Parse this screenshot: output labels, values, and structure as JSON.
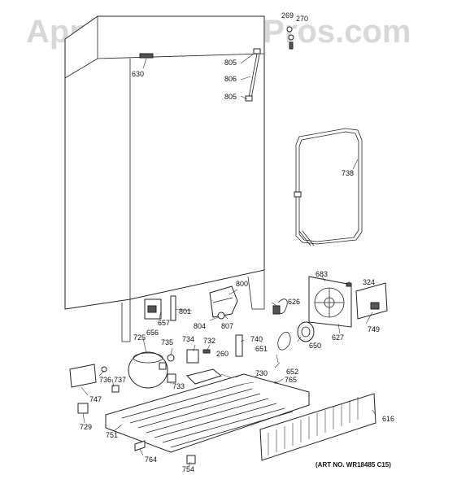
{
  "watermark": "AppliancePartsPros.com",
  "art_number": "(ART NO. WR18485 C15)",
  "callouts": {
    "c269": "269",
    "c270": "270",
    "c630": "630",
    "c805a": "805",
    "c806": "806",
    "c805b": "805",
    "c738": "738",
    "c683": "683",
    "c324": "324",
    "c800": "800",
    "c626": "626",
    "c749": "749",
    "c801": "801",
    "c657": "657",
    "c656": "656",
    "c804": "804",
    "c807": "807",
    "c627": "627",
    "c725": "725",
    "c734": "734",
    "c732": "732",
    "c740": "740",
    "c650": "650",
    "c735": "735",
    "c651": "651",
    "c652": "652",
    "c260": "260",
    "c730": "730",
    "c765": "765",
    "c736": "736",
    "c737": "737",
    "c733": "733",
    "c747": "747",
    "c729": "729",
    "c751": "751",
    "c764": "764",
    "c754": "754",
    "c616": "616"
  }
}
